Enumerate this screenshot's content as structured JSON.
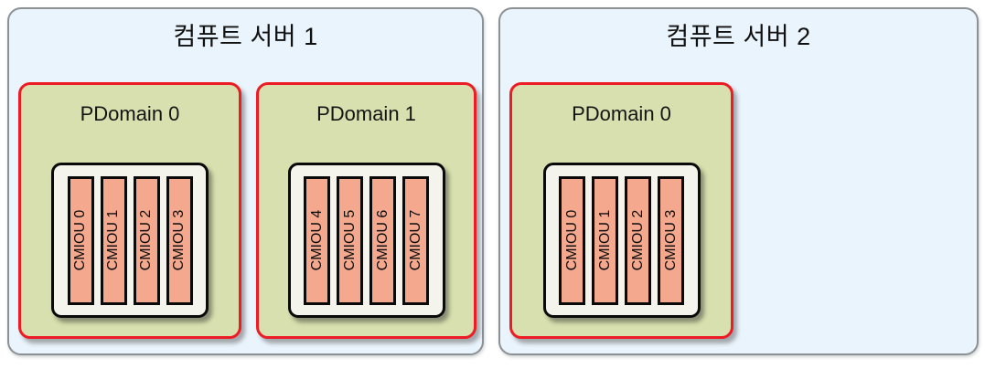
{
  "colors": {
    "canvas_background": "#ffffff",
    "server_panel_fill": "#eaf4fc",
    "server_panel_border": "#8c9196",
    "pdomain_fill": "#d7e0ae",
    "pdomain_border": "#ed1c24",
    "chassis_fill": "#f4f4ec",
    "chassis_border": "#0a0a0a",
    "cmiou_fill": "#f4a98e",
    "cmiou_border": "#0a0a0a",
    "text": "#111111"
  },
  "servers": [
    {
      "title": "컴퓨트 서버 1",
      "pdomains": [
        {
          "title": "PDomain 0",
          "cmious": [
            {
              "label": "CMIOU 0"
            },
            {
              "label": "CMIOU 1"
            },
            {
              "label": "CMIOU 2"
            },
            {
              "label": "CMIOU 3"
            }
          ]
        },
        {
          "title": "PDomain 1",
          "cmious": [
            {
              "label": "CMIOU 4"
            },
            {
              "label": "CMIOU 5"
            },
            {
              "label": "CMIOU 6"
            },
            {
              "label": "CMIOU 7"
            }
          ]
        }
      ]
    },
    {
      "title": "컴퓨트 서버 2",
      "pdomains": [
        {
          "title": "PDomain 0",
          "cmious": [
            {
              "label": "CMIOU 0"
            },
            {
              "label": "CMIOU 1"
            },
            {
              "label": "CMIOU 2"
            },
            {
              "label": "CMIOU 3"
            }
          ]
        }
      ]
    }
  ]
}
